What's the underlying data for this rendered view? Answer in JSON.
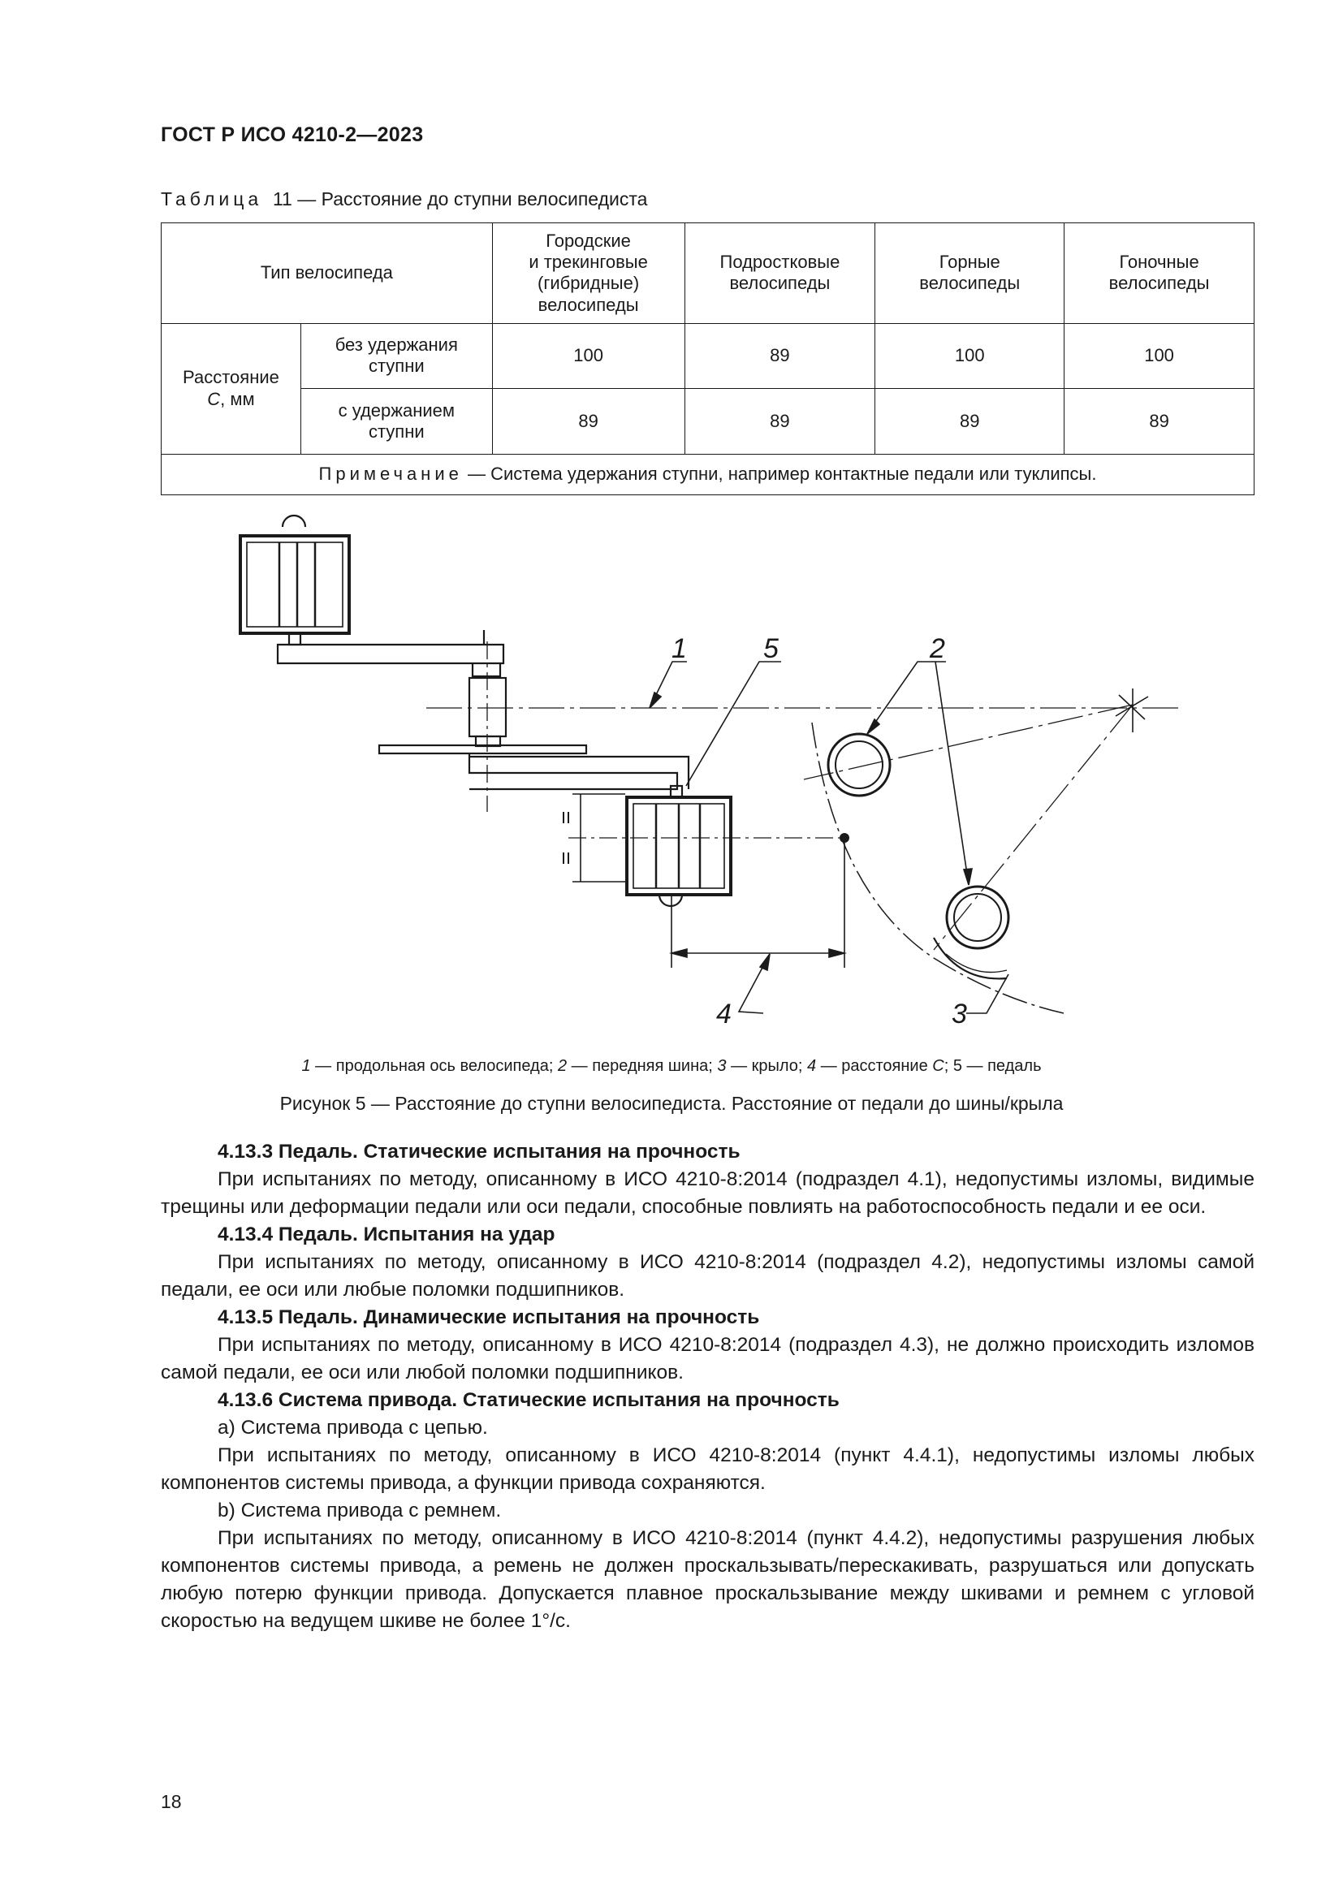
{
  "header": {
    "title": "ГОСТ Р ИСО 4210-2—2023"
  },
  "table": {
    "caption_label": "Таблица",
    "caption_text": "11 — Расстояние до ступни велосипедиста",
    "header_type": "Тип велосипеда",
    "columns": [
      [
        "Городские",
        "и трекинговые",
        "(гибридные)",
        "велосипеды"
      ],
      [
        "Подростковые",
        "велосипеды"
      ],
      [
        "Горные",
        "велосипеды"
      ],
      [
        "Гоночные",
        "велосипеды"
      ]
    ],
    "row_group": [
      "Расстояние",
      "C",
      ", мм"
    ],
    "rows": [
      {
        "label": [
          "без удержания",
          "ступни"
        ],
        "values": [
          "100",
          "89",
          "100",
          "100"
        ]
      },
      {
        "label": [
          "с удержанием",
          "ступни"
        ],
        "values": [
          "89",
          "89",
          "89",
          "89"
        ]
      }
    ],
    "note_label": "Примечание",
    "note_text": " — Система удержания ступни, например контактные педали или туклипсы."
  },
  "figure": {
    "callouts": [
      "1",
      "2",
      "3",
      "4",
      "5"
    ],
    "legend": [
      {
        "num": "1",
        "text": " — продольная ось велосипеда; "
      },
      {
        "num": "2",
        "text": " — передняя шина; "
      },
      {
        "num": "3",
        "text": " — крыло; "
      },
      {
        "num": "4",
        "text": " — расстояние "
      },
      {
        "num": "C",
        "text": "; 5 — педаль"
      }
    ],
    "caption": "Рисунок 5 — Расстояние до ступни велосипедиста. Расстояние от педали до шины/крыла"
  },
  "body": [
    {
      "type": "heading",
      "text": "4.13.3 Педаль. Статические испытания на прочность"
    },
    {
      "type": "para",
      "text": "При испытаниях по методу, описанному в ИСО 4210-8:2014 (подраздел 4.1), недопустимы изломы, видимые трещины или деформации педали или оси педали, способные повлиять на работоспособность педали и ее оси."
    },
    {
      "type": "heading",
      "text": "4.13.4 Педаль. Испытания на удар"
    },
    {
      "type": "para",
      "text": "При испытаниях по методу, описанному в ИСО 4210-8:2014 (подраздел 4.2), недопустимы изломы самой педали, ее оси или любые поломки подшипников."
    },
    {
      "type": "heading",
      "text": "4.13.5 Педаль. Динамические испытания на прочность"
    },
    {
      "type": "para",
      "text": "При испытаниях по методу, описанному в ИСО 4210-8:2014 (подраздел 4.3), не должно происходить изломов самой педали, ее оси или любой поломки подшипников."
    },
    {
      "type": "heading",
      "text": "4.13.6 Система привода. Статические испытания на прочность"
    },
    {
      "type": "para",
      "text": "a) Система привода с цепью."
    },
    {
      "type": "para",
      "text": "При испытаниях по методу, описанному в ИСО 4210-8:2014 (пункт 4.4.1), недопустимы изломы любых компонентов системы привода, а функции привода сохраняются."
    },
    {
      "type": "para",
      "text": "b) Система привода с ремнем."
    },
    {
      "type": "para",
      "text": "При испытаниях по методу, описанному в ИСО 4210-8:2014 (пункт 4.4.2), недопустимы разрушения любых компонентов системы привода, а ремень не должен проскальзывать/перескакивать, разрушаться или допускать любую потерю функции привода. Допускается плавное проскальзывание между шкивами и ремнем с угловой скоростью на ведущем шкиве не более 1°/с."
    }
  ],
  "page_number": "18"
}
